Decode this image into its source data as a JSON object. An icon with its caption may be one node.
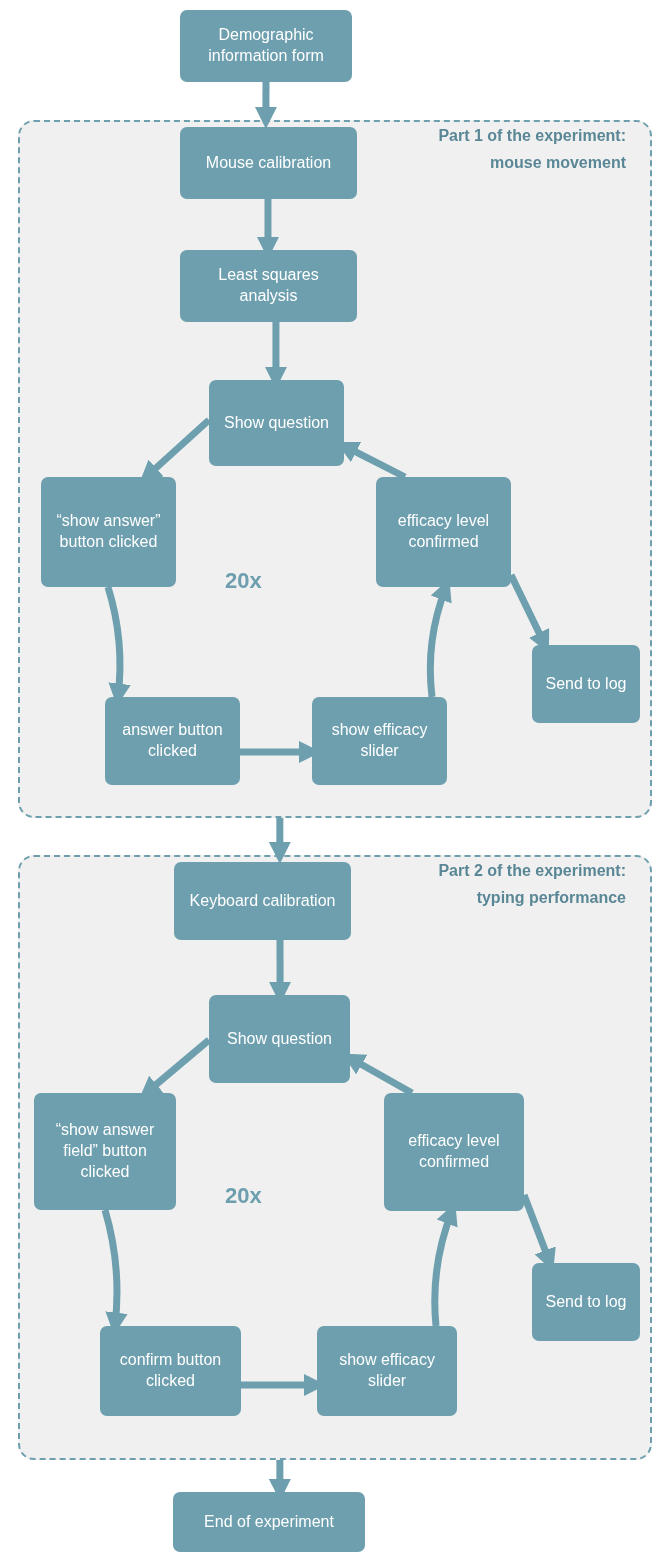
{
  "diagram": {
    "nodes": [
      {
        "text": [
          "Demographic information form"
        ]
      },
      {
        "text": [
          "Part 1 of the experiment: mouse movement"
        ]
      },
      {
        "text": [
          "Mouse calibration"
        ],
        "in": 1
      },
      {
        "text": [
          "Least squares analysis"
        ],
        "in": 1
      },
      {
        "text": [
          "Show question"
        ],
        "in": 1
      },
      {
        "text": [
          "“show answer” button clicked"
        ],
        "in": 1
      },
      {
        "text": [
          "efficacy level confirmed"
        ],
        "in": 1
      },
      {
        "text": [
          "Send to log"
        ],
        "in": 1
      },
      {
        "text": [
          "answer button clicked"
        ],
        "in": 1
      },
      {
        "text": [
          "show efficacy slider"
        ],
        "in": 1
      },
      {
        "text": [
          "Part 2 of the experiment: typing performance"
        ]
      },
      {
        "text": [
          "Keyboard calibration"
        ],
        "in": 10
      },
      {
        "text": [
          "Show question"
        ],
        "in": 10
      },
      {
        "text": [
          "“show answer field” button clicked"
        ],
        "in": 10
      },
      {
        "text": [
          "efficacy level confirmed"
        ],
        "in": 10
      },
      {
        "text": [
          "Send to log"
        ],
        "in": 10
      },
      {
        "text": [
          "confirm button clicked"
        ],
        "in": 10
      },
      {
        "text": [
          "show efficacy slider"
        ],
        "in": 10
      },
      {
        "text": [
          "End of experiment"
        ]
      }
    ],
    "edges": [
      {
        "from": 0,
        "to": 1,
        "arrow": "to"
      },
      {
        "from": 2,
        "to": 3,
        "arrow": "to"
      },
      {
        "from": 3,
        "to": 4,
        "arrow": "to"
      },
      {
        "from": 4,
        "to": 5,
        "arrow": "to"
      },
      {
        "from": 5,
        "to": 8,
        "arrow": "to"
      },
      {
        "from": 8,
        "to": 9,
        "arrow": "to"
      },
      {
        "from": 9,
        "to": 6,
        "arrow": "to"
      },
      {
        "from": 6,
        "to": 4,
        "arrow": "to"
      },
      {
        "from": 6,
        "to": 7,
        "arrow": "to"
      },
      {
        "from": 1,
        "to": 10,
        "arrow": "to"
      },
      {
        "from": 11,
        "to": 12,
        "arrow": "to"
      },
      {
        "from": 12,
        "to": 13,
        "arrow": "to"
      },
      {
        "from": 13,
        "to": 16,
        "arrow": "to"
      },
      {
        "from": 16,
        "to": 17,
        "arrow": "to"
      },
      {
        "from": 17,
        "to": 14,
        "arrow": "to"
      },
      {
        "from": 14,
        "to": 12,
        "arrow": "to"
      },
      {
        "from": 14,
        "to": 15,
        "arrow": "to"
      },
      {
        "from": 10,
        "to": 18,
        "arrow": "to"
      }
    ],
    "labels": [
      "20x",
      "20x"
    ]
  }
}
